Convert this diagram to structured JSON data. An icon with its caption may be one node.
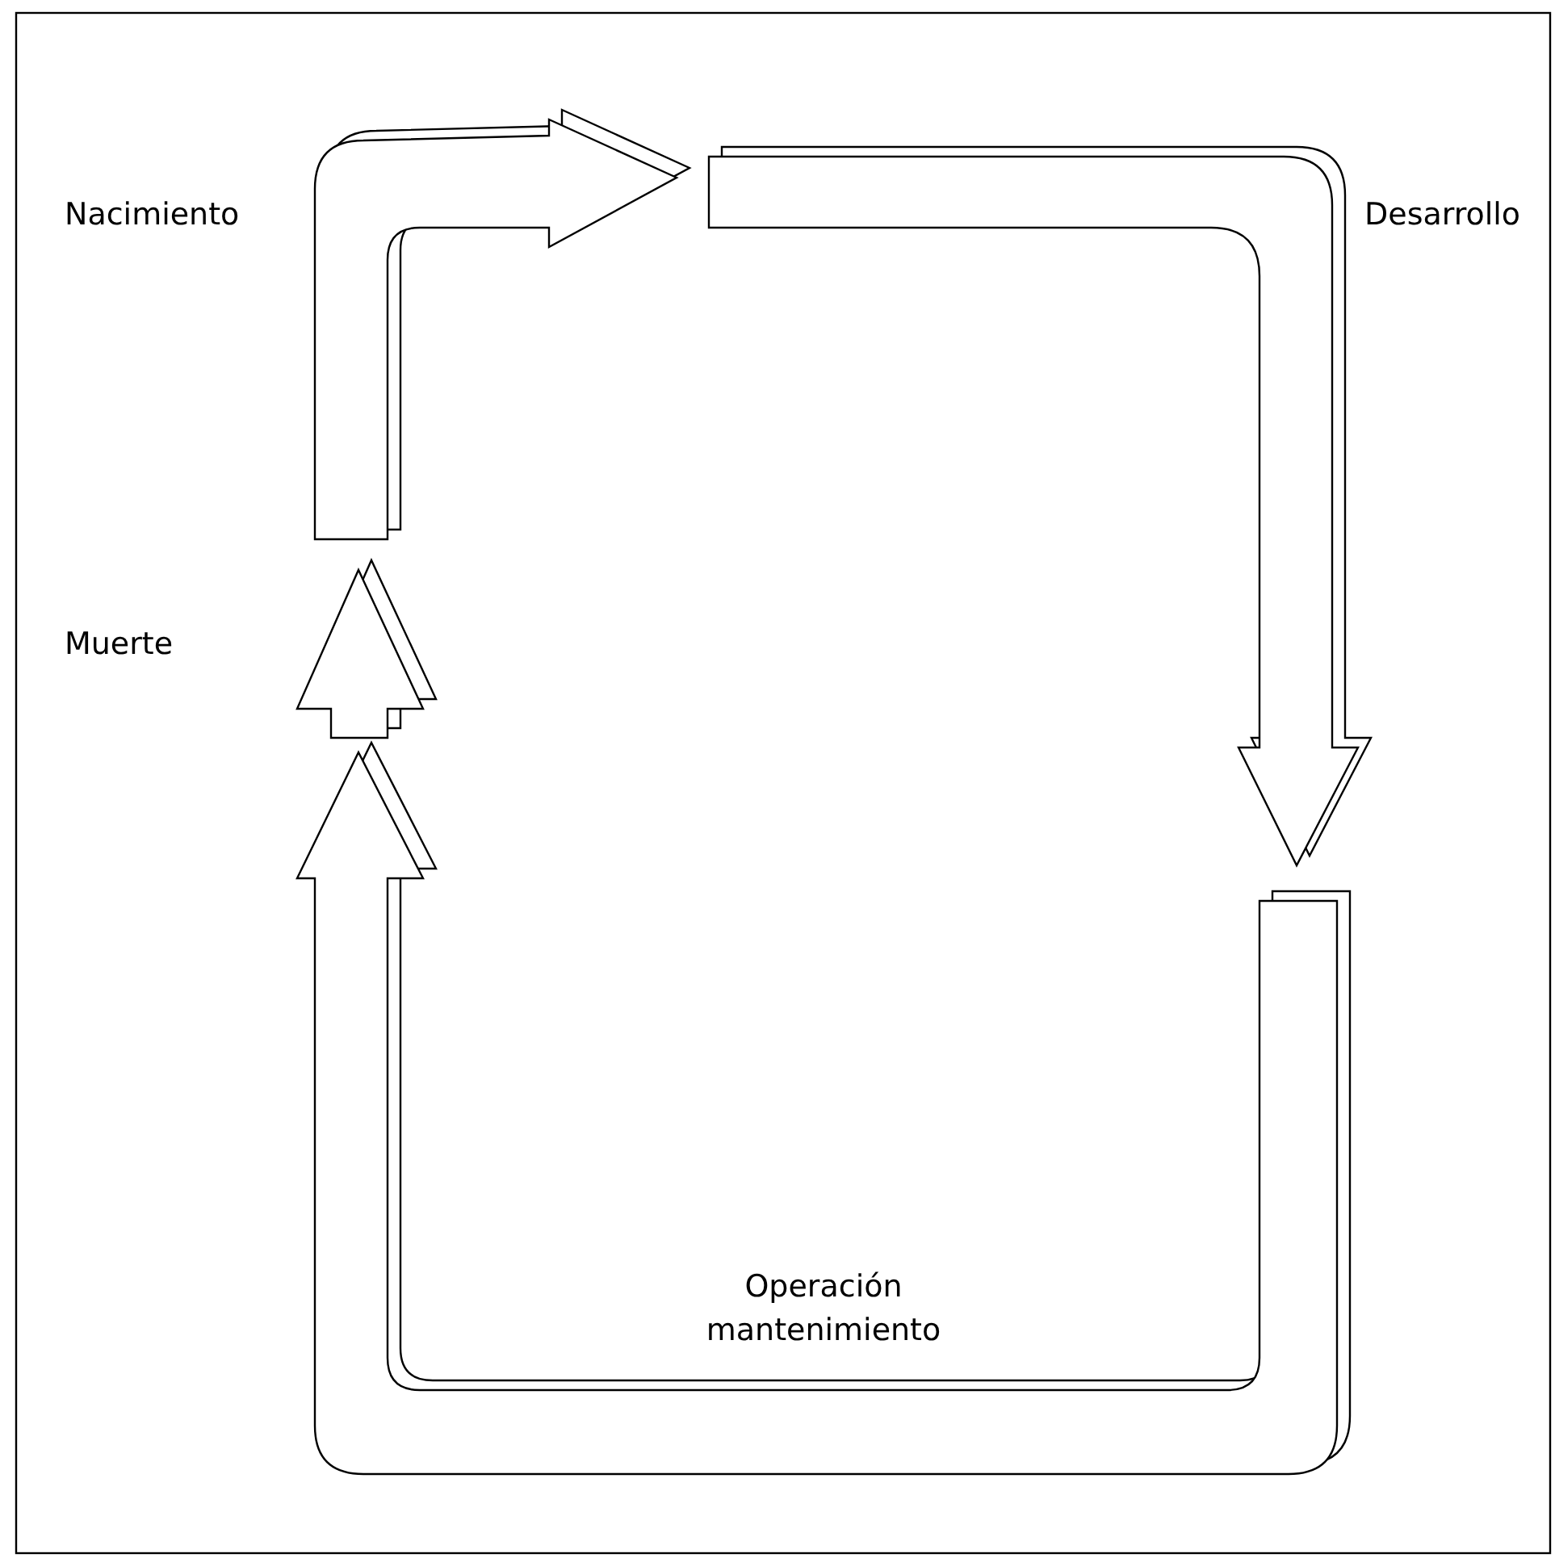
{
  "diagram": {
    "labels": [
      "Nacimiento",
      "Desarrollo",
      "Muerte",
      "Operación mantenimiento"
    ]
  }
}
